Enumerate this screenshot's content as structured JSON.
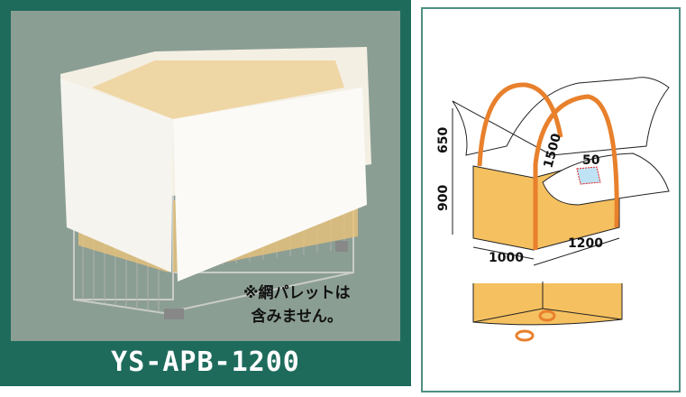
{
  "product": {
    "model": "YS-APB-1200",
    "note_line1": "※網パレットは",
    "note_line2": "含みません。"
  },
  "diagram": {
    "dim_top_flap": "650",
    "dim_height": "900",
    "dim_loop": "1500",
    "dim_label": "50",
    "dim_depth": "1000",
    "dim_width": "1200"
  },
  "colors": {
    "frame": "#1e6b5c",
    "photo_bg": "#8b9e94",
    "bag_body": "#f5c060",
    "belt": "#e8802c"
  }
}
